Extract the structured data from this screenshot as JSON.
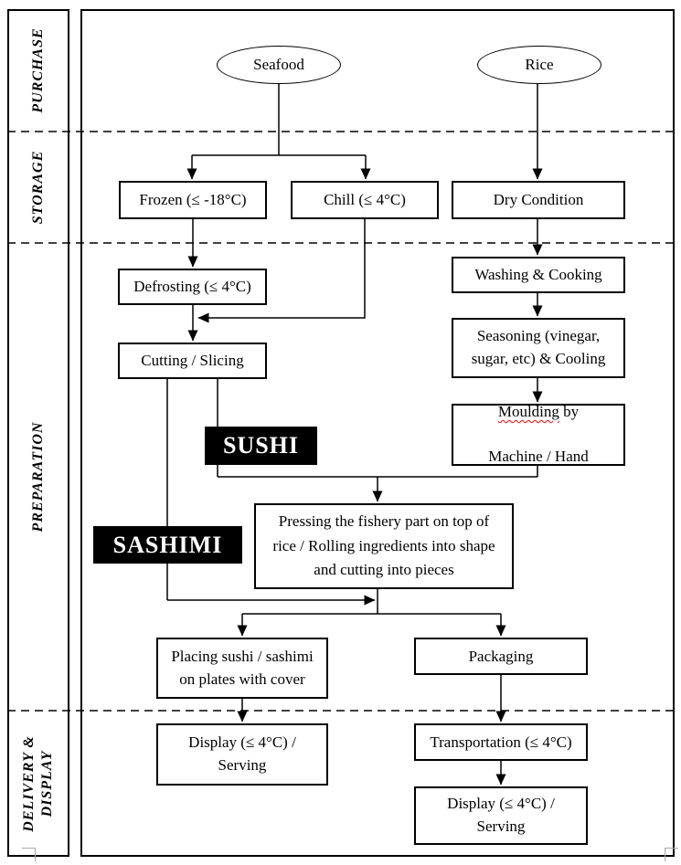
{
  "sidebar": {
    "stages": [
      {
        "lines": [
          "PURCHASE"
        ]
      },
      {
        "lines": [
          "STORAGE"
        ]
      },
      {
        "lines": [
          "PREPARATION"
        ]
      },
      {
        "lines": [
          "DELIVERY &",
          "DISPLAY"
        ]
      }
    ]
  },
  "nodes": {
    "seafood": "Seafood",
    "rice": "Rice",
    "frozen": "Frozen (≤ -18°C)",
    "chill": "Chill (≤ 4°C)",
    "dry_condition": "Dry Condition",
    "defrosting": "Defrosting (≤ 4°C)",
    "cutting": "Cutting / Slicing",
    "washing": "Washing & Cooking",
    "seasoning": [
      "Seasoning (vinegar,",
      "sugar, etc) & Cooling"
    ],
    "moulding": {
      "word": "Moulding",
      "rest": " by",
      "line2": "Machine / Hand"
    },
    "sushi": "SUSHI",
    "sashimi": "SASHIMI",
    "pressing": [
      "Pressing the fishery part on top of",
      "rice / Rolling ingredients into shape",
      "and cutting into pieces"
    ],
    "placing": [
      "Placing sushi / sashimi",
      "on plates with cover"
    ],
    "packaging": "Packaging",
    "display_serving_left": [
      "Display (≤ 4°C) /",
      "Serving"
    ],
    "transportation": "Transportation (≤ 4°C)",
    "display_serving_right": [
      "Display (≤ 4°C) /",
      "Serving"
    ]
  },
  "colors": {
    "line": "#000000",
    "box_background": "#ffffff",
    "tag_background": "#000000",
    "tag_text": "#ffffff",
    "spellcheck_underline": "#ff0000",
    "crop_mark": "#a9a9a9"
  }
}
